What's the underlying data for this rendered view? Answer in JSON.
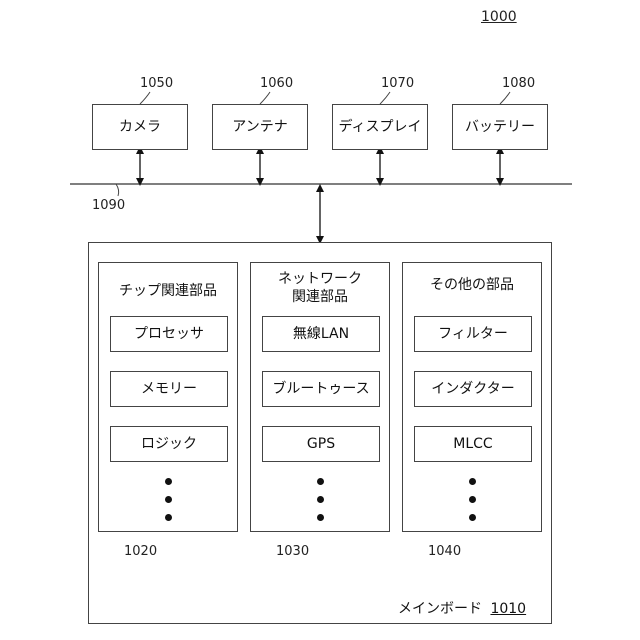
{
  "ref_main": "1000",
  "bus_ref": "1090",
  "top_components": [
    {
      "label": "カメラ",
      "ref": "1050"
    },
    {
      "label": "アンテナ",
      "ref": "1060"
    },
    {
      "label": "ディスプレイ",
      "ref": "1070"
    },
    {
      "label": "バッテリー",
      "ref": "1080"
    }
  ],
  "mainboard": {
    "label": "メインボード",
    "ref": "1010",
    "groups": [
      {
        "title": "チップ関連部品",
        "ref": "1020",
        "items": [
          "プロセッサ",
          "メモリー",
          "ロジック"
        ]
      },
      {
        "title_line1": "ネットワーク",
        "title_line2": "関連部品",
        "ref": "1030",
        "items": [
          "無線LAN",
          "ブルートゥース",
          "GPS"
        ]
      },
      {
        "title": "その他の部品",
        "ref": "1040",
        "items": [
          "フィルター",
          "インダクター",
          "MLCC"
        ]
      }
    ]
  }
}
